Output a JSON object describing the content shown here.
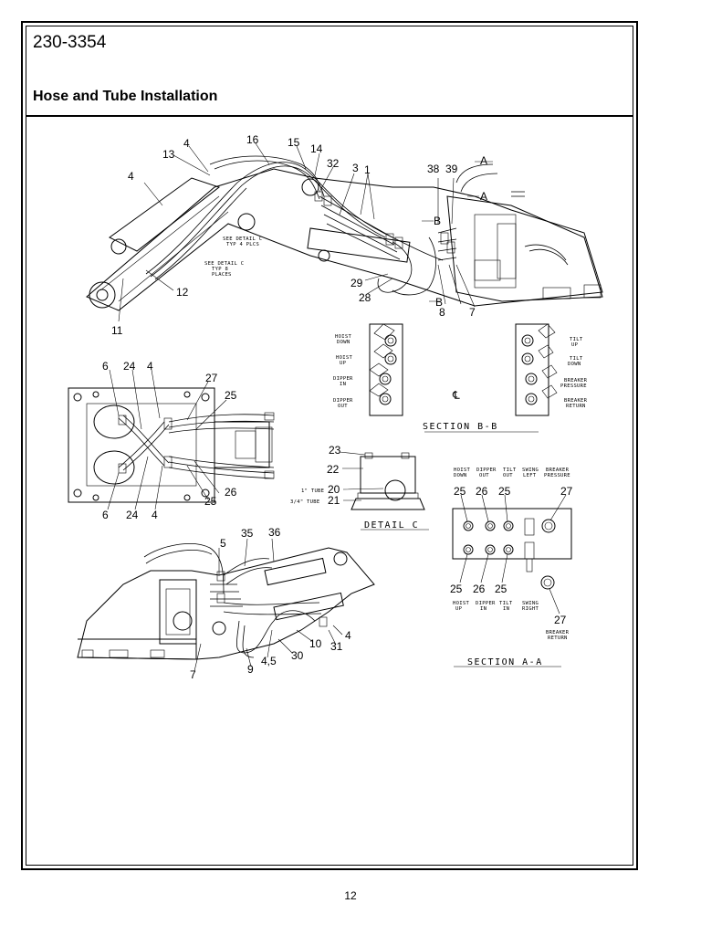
{
  "header": {
    "part_number": "230-3354",
    "title": "Hose and Tube Installation"
  },
  "footer": {
    "page_number": "12"
  },
  "boom_view": {
    "callouts": [
      "4",
      "13",
      "4",
      "16",
      "15",
      "14",
      "32",
      "3",
      "1",
      "38",
      "39",
      "12",
      "11",
      "29",
      "28",
      "8",
      "7"
    ],
    "section_markers": [
      "A",
      "A",
      "B",
      "B"
    ],
    "notes": [
      "SEE DETAIL C",
      "TYP 4 PLCS",
      "SEE DETAIL C",
      "TYP 8",
      "PLACES"
    ]
  },
  "section_bb": {
    "title": "SECTION B-B",
    "centerline_symbol": "℄",
    "left_labels": [
      [
        "HOIST",
        "DOWN"
      ],
      [
        "HOIST",
        "UP"
      ],
      [
        "DIPPER",
        "IN"
      ],
      [
        "DIPPER",
        "OUT"
      ]
    ],
    "right_labels": [
      [
        "TILT",
        "UP"
      ],
      [
        "TILT",
        "DOWN"
      ],
      [
        "BREAKER",
        "PRESSURE"
      ],
      [
        "BREAKER",
        "RETURN"
      ]
    ]
  },
  "bracket_view": {
    "callouts": [
      "6",
      "24",
      "4",
      "27",
      "25",
      "26",
      "25",
      "6",
      "24",
      "4"
    ]
  },
  "detail_c": {
    "title": "DETAIL C",
    "callouts": [
      "23",
      "22",
      "20",
      "21"
    ],
    "tube_labels": [
      "1\" TUBE",
      "3/4\" TUBE"
    ]
  },
  "section_aa": {
    "title": "SECTION A-A",
    "top_labels": [
      [
        "HOIST",
        "DOWN"
      ],
      [
        "DIPPER",
        "OUT"
      ],
      [
        "TILT",
        "OUT"
      ],
      [
        "SWING",
        "LEFT"
      ],
      [
        "BREAKER",
        "PRESSURE"
      ]
    ],
    "bottom_labels": [
      [
        "HOIST",
        "UP"
      ],
      [
        "DIPPER",
        "IN"
      ],
      [
        "TILT",
        "IN"
      ],
      [
        "SWING",
        "RIGHT"
      ]
    ],
    "breaker_return": [
      "BREAKER",
      "RETURN"
    ],
    "callouts": [
      "25",
      "26",
      "25",
      "27",
      "25",
      "26",
      "25",
      "27"
    ]
  },
  "swing_view": {
    "callouts": [
      "5",
      "35",
      "36",
      "4",
      "31",
      "10",
      "30",
      "4,5",
      "9",
      "7"
    ]
  }
}
